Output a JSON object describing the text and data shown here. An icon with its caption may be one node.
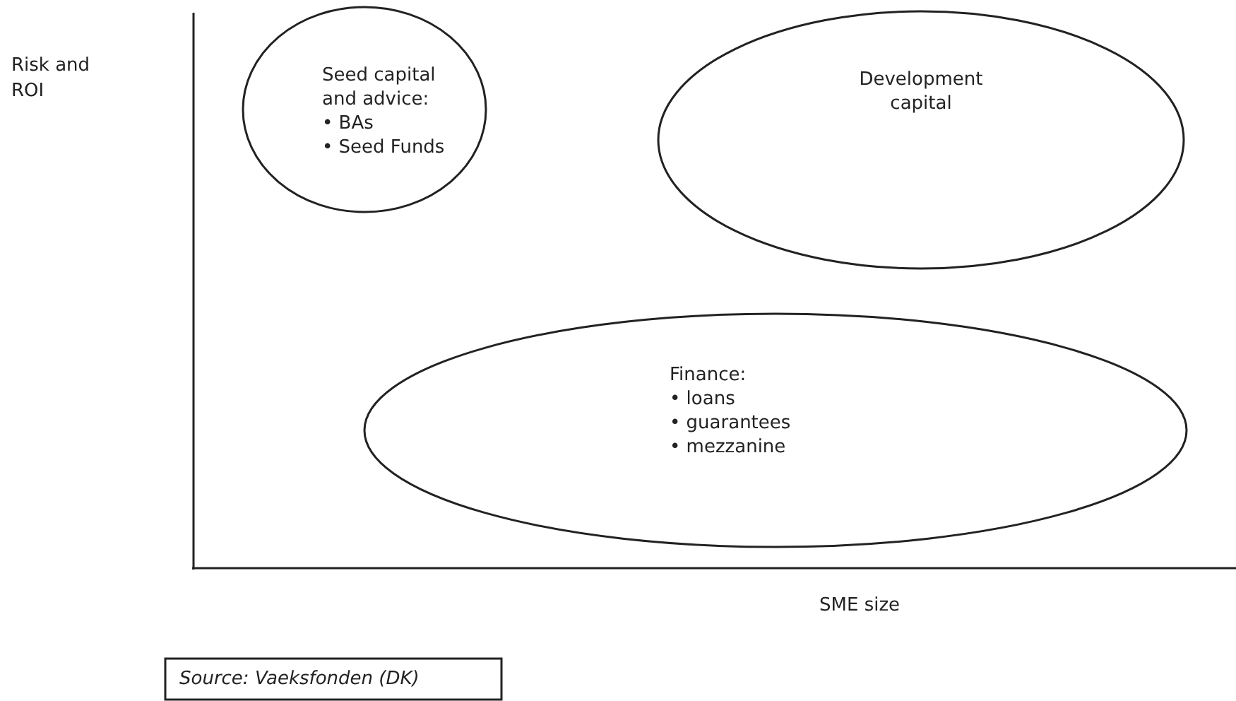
{
  "diagram": {
    "nodes": [
      {
        "text": [
          "Seed capital and advice:",
          "• BAs",
          "• Seed Funds"
        ]
      },
      {
        "text": [
          "Development capital"
        ]
      },
      {
        "text": [
          "Finance:",
          "• loans",
          "• guarantees",
          "• mezzanine"
        ]
      },
      {
        "text": [
          "Source: Vaeksfonden (DK)"
        ]
      }
    ],
    "labels": [
      "Risk and ROI",
      "SME size"
    ]
  }
}
